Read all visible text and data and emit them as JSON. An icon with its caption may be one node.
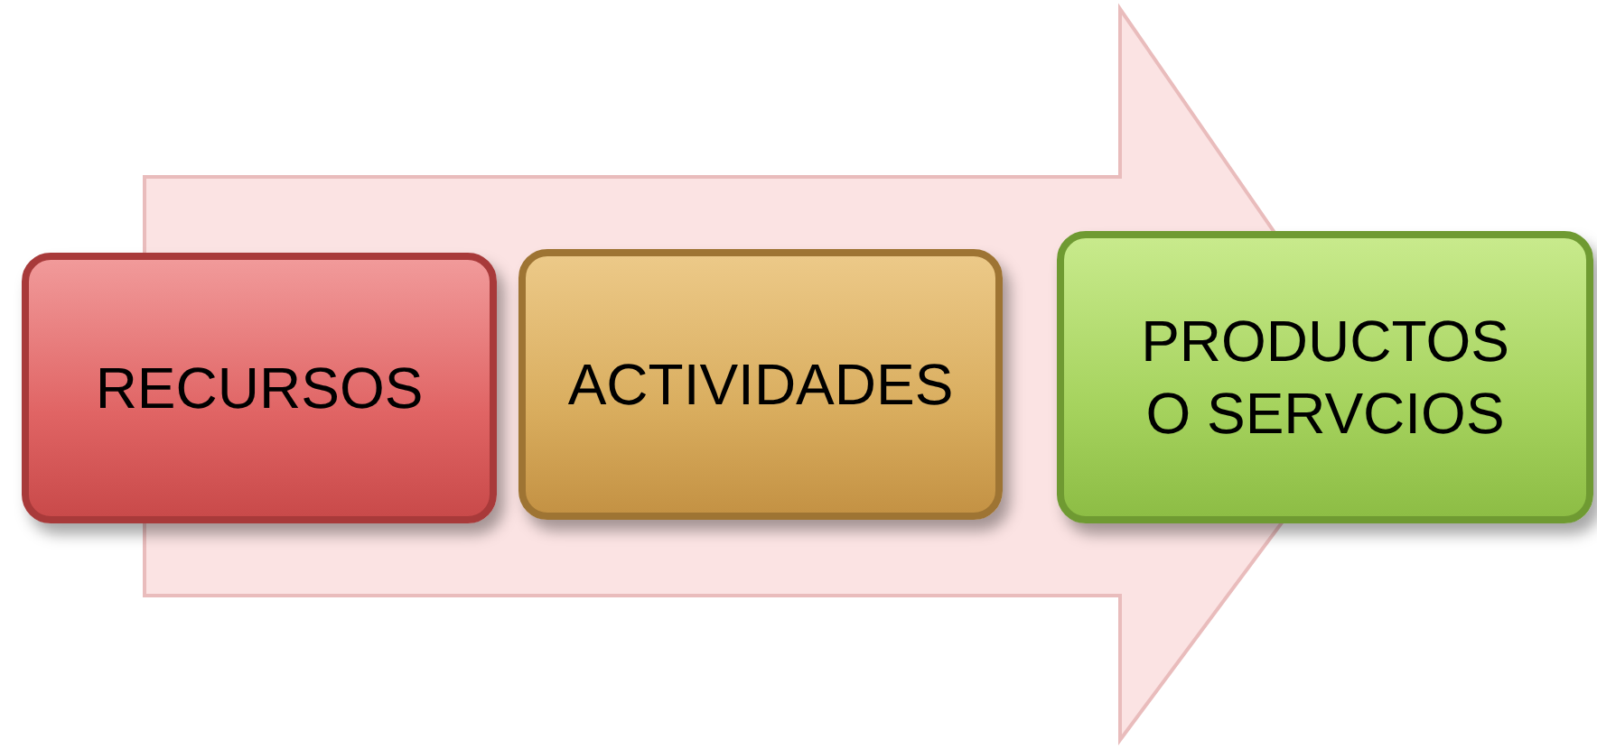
{
  "diagram": {
    "nodes": [
      {
        "text": [
          "RECURSOS"
        ]
      },
      {
        "text": [
          "ACTIVIDADES"
        ]
      },
      {
        "text": [
          "PRODUCTOS O SERVCIOS"
        ]
      }
    ],
    "edges": [
      {
        "from": 0,
        "to": 2,
        "arrow": "to"
      }
    ]
  }
}
